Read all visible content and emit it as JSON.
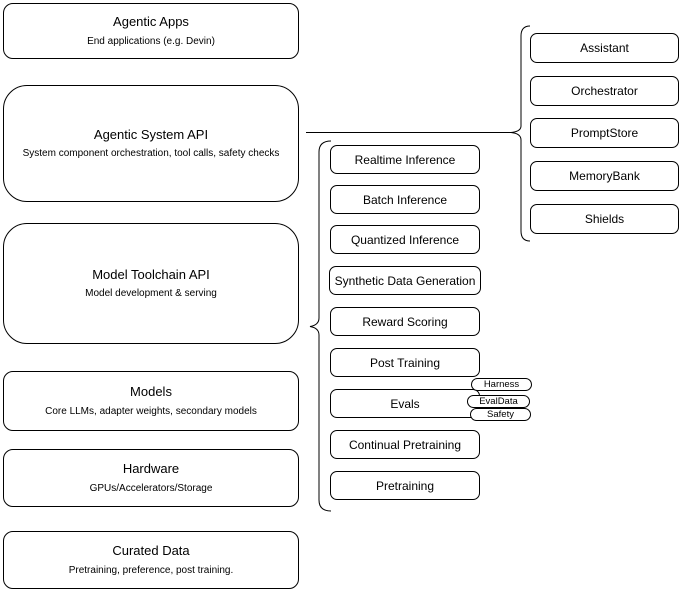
{
  "diagram": {
    "left_stack": [
      {
        "title": "Agentic Apps",
        "subtitle": "End applications (e.g. Devin)"
      },
      {
        "title": "Agentic System API",
        "subtitle": "System component orchestration, tool calls, safety checks"
      },
      {
        "title": "Model Toolchain API",
        "subtitle": "Model development & serving"
      },
      {
        "title": "Models",
        "subtitle": "Core LLMs, adapter weights, secondary models"
      },
      {
        "title": "Hardware",
        "subtitle": "GPUs/Accelerators/Storage"
      },
      {
        "title": "Curated Data",
        "subtitle": "Pretraining, preference, post training."
      }
    ],
    "toolchain_components": [
      "Realtime Inference",
      "Batch Inference",
      "Quantized Inference",
      "Synthetic Data Generation",
      "Reward Scoring",
      "Post Training",
      "Evals",
      "Continual Pretraining",
      "Pretraining"
    ],
    "eval_tags": [
      "Harness",
      "EvalData",
      "Safety"
    ],
    "system_components": [
      "Assistant",
      "Orchestrator",
      "PromptStore",
      "MemoryBank",
      "Shields"
    ],
    "colors": {
      "background": "#ffffff",
      "border": "#000000",
      "text": "#000000"
    }
  }
}
